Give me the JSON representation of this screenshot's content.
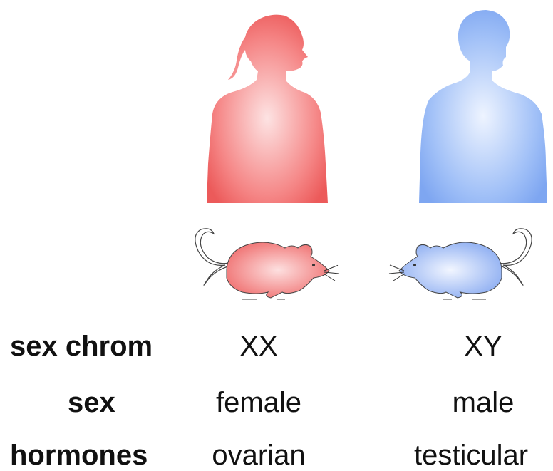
{
  "columns": [
    {
      "id": "female",
      "figure_color": "#f06a6a",
      "mouse_color": "#f47a7a"
    },
    {
      "id": "male",
      "figure_color": "#8fb3f5",
      "mouse_color": "#9cbcf6"
    }
  ],
  "rows": [
    {
      "label": "sex chrom",
      "female": "XX",
      "male": "XY"
    },
    {
      "label": "sex",
      "female": "female",
      "male": "male"
    },
    {
      "label": "hormones",
      "female": "ovarian",
      "male": "testicular"
    }
  ],
  "icons": {
    "female_figure": "female-silhouette-icon",
    "male_figure": "male-silhouette-icon",
    "female_mouse": "mouse-icon",
    "male_mouse": "mouse-icon"
  }
}
